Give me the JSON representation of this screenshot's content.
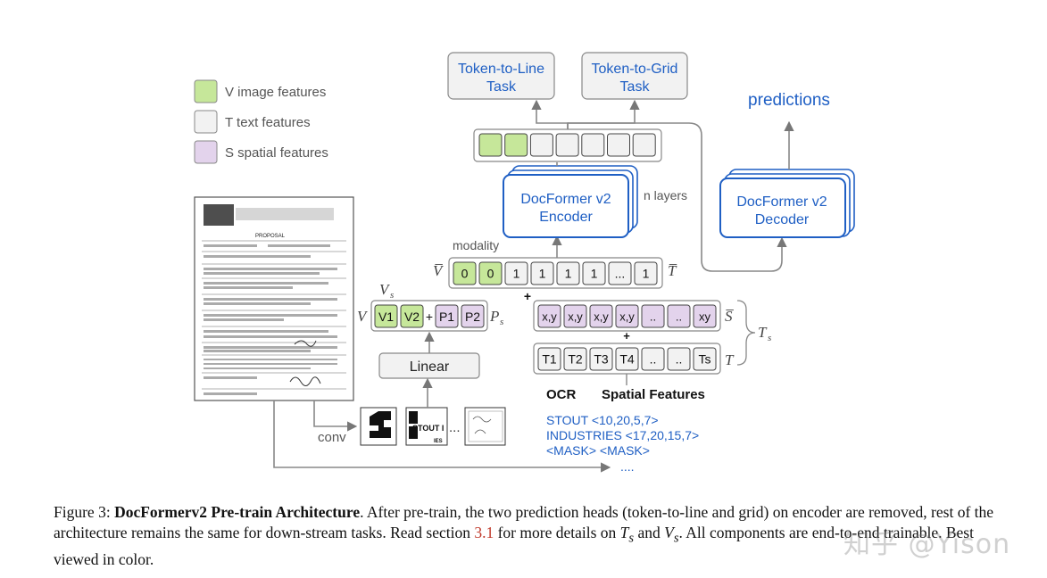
{
  "legend": {
    "items": [
      {
        "label": "V image features",
        "color": "#c6e79a"
      },
      {
        "label": "T text features",
        "color": "#f2f2f2"
      },
      {
        "label": "S spatial features",
        "color": "#e3d3ec"
      }
    ]
  },
  "heads": {
    "token_to_line": {
      "line1": "Token-to-Line",
      "line2": "Task"
    },
    "token_to_grid": {
      "line1": "Token-to-Grid",
      "line2": "Task"
    }
  },
  "predictions_label": "predictions",
  "encoder": {
    "line1": "DocFormer v2",
    "line2": "Encoder",
    "layers_label": "n layers"
  },
  "decoder": {
    "line1": "DocFormer v2",
    "line2": "Decoder"
  },
  "modality": {
    "label": "modality",
    "vbar": "V̅",
    "tbar": "T̅",
    "cells": [
      "0",
      "0",
      "1",
      "1",
      "1",
      "1",
      "...",
      "1"
    ]
  },
  "plus": "+",
  "image_tokens": {
    "vs_label": "V",
    "vs_sub": "s",
    "v_label": "V",
    "ps_label": "P",
    "ps_sub": "s",
    "cells": [
      "V1",
      "V2",
      "P1",
      "P2"
    ],
    "plus": "+"
  },
  "linear_label": "Linear",
  "spatial_row": {
    "cells": [
      "x,y",
      "x,y",
      "x,y",
      "x,y",
      "..",
      "..",
      "xy"
    ],
    "label": "S̅"
  },
  "text_row": {
    "cells": [
      "T1",
      "T2",
      "T3",
      "T4",
      "..",
      "..",
      "Ts"
    ],
    "label": "T"
  },
  "ts_label": "T",
  "ts_sub": "s",
  "ocr_header": "OCR",
  "spatial_header": "Spatial Features",
  "ocr_lines": [
    "STOUT  <10,20,5,7>",
    "INDUSTRIES  <17,20,15,7>",
    "<MASK>  <MASK>",
    "...."
  ],
  "conv_label": "conv",
  "crop_ellipsis": "...",
  "document": {
    "title": "PROPOSAL",
    "crop_text": "STOUT I",
    "crop_caption": "IES"
  },
  "caption": {
    "fig": "Figure 3: ",
    "bold": "DocFormerv2 Pre-train Architecture",
    "text1": ". After pre-train, the two prediction heads (token-to-line and grid) on encoder are removed, rest of the architecture remains the same for down-stream tasks. Read section ",
    "ref": "3.1",
    "text2": " for more details on ",
    "ts_var": "T",
    "ts_sub": "s",
    "and": " and ",
    "vs_var": "V",
    "vs_sub": "s",
    "text3": ". All components are end-to-end trainable. Best viewed in color."
  },
  "watermark": "知乎 @Yison",
  "colors": {
    "blue": "#1f5fc4",
    "green": "#c6e79a",
    "purple": "#e3d3ec",
    "gray": "#f2f2f2",
    "line": "#777777"
  }
}
